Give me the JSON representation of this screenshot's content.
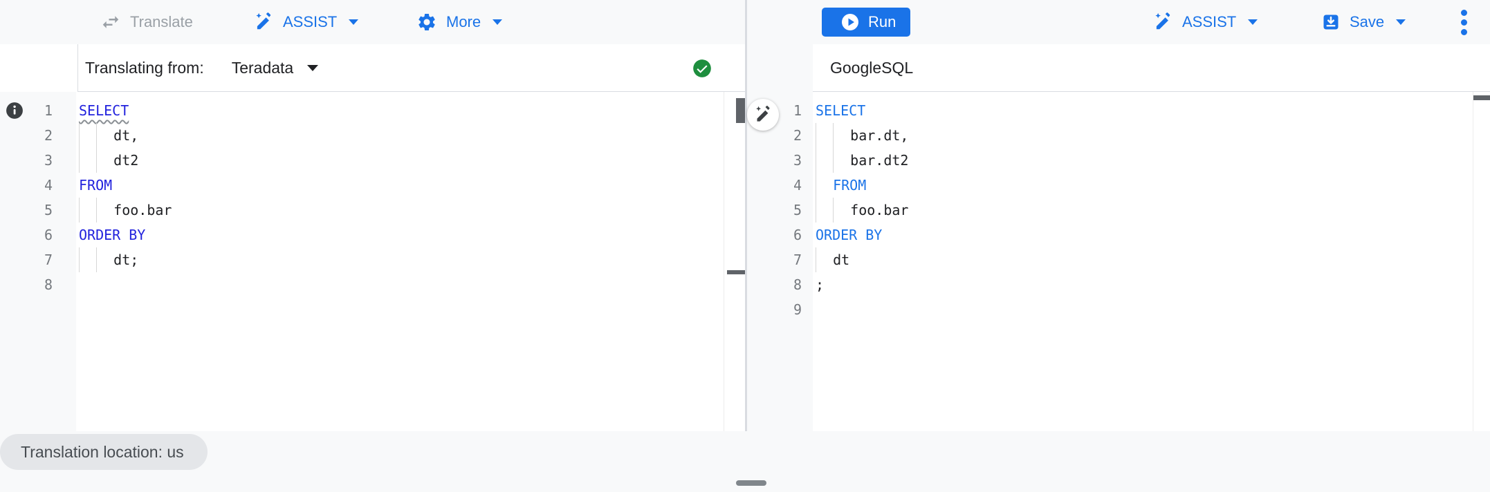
{
  "toolbar": {
    "translate_label": "Translate",
    "assist_label": "ASSIST",
    "more_label": "More",
    "run_label": "Run",
    "assist_right_label": "ASSIST",
    "save_label": "Save"
  },
  "source_pane": {
    "header_prefix": "Translating from:",
    "dialect_selected": "Teradata",
    "status": "translation-valid",
    "lines": [
      {
        "n": "1",
        "guides": 0,
        "segments": [
          {
            "text": "SELECT",
            "type": "keyword",
            "wavy": true
          }
        ]
      },
      {
        "n": "2",
        "guides": 2,
        "segments": [
          {
            "text": "dt,",
            "type": "plain"
          }
        ]
      },
      {
        "n": "3",
        "guides": 2,
        "segments": [
          {
            "text": "dt2",
            "type": "plain"
          }
        ]
      },
      {
        "n": "4",
        "guides": 0,
        "segments": [
          {
            "text": "FROM",
            "type": "keyword"
          }
        ]
      },
      {
        "n": "5",
        "guides": 2,
        "segments": [
          {
            "text": "foo.bar",
            "type": "plain"
          }
        ]
      },
      {
        "n": "6",
        "guides": 0,
        "segments": [
          {
            "text": "ORDER BY",
            "type": "keyword"
          }
        ]
      },
      {
        "n": "7",
        "guides": 2,
        "segments": [
          {
            "text": "dt;",
            "type": "plain"
          }
        ]
      },
      {
        "n": "8",
        "guides": 0,
        "segments": []
      }
    ]
  },
  "target_pane": {
    "header_label": "GoogleSQL",
    "lines": [
      {
        "n": "1",
        "guides": 0,
        "segments": [
          {
            "text": "SELECT",
            "type": "keyword"
          }
        ]
      },
      {
        "n": "2",
        "guides": 2,
        "segments": [
          {
            "text": "bar.dt,",
            "type": "plain"
          }
        ]
      },
      {
        "n": "3",
        "guides": 2,
        "segments": [
          {
            "text": "bar.dt2",
            "type": "plain"
          }
        ]
      },
      {
        "n": "4",
        "guides": 1,
        "segments": [
          {
            "text": "FROM",
            "type": "keyword"
          }
        ]
      },
      {
        "n": "5",
        "guides": 2,
        "segments": [
          {
            "text": "foo.bar",
            "type": "plain"
          }
        ]
      },
      {
        "n": "6",
        "guides": 0,
        "segments": [
          {
            "text": "ORDER BY",
            "type": "keyword"
          }
        ]
      },
      {
        "n": "7",
        "guides": 1,
        "segments": [
          {
            "text": "dt",
            "type": "plain"
          }
        ]
      },
      {
        "n": "8",
        "guides": 0,
        "segments": [
          {
            "text": ";",
            "type": "plain"
          }
        ]
      },
      {
        "n": "9",
        "guides": 0,
        "segments": []
      }
    ]
  },
  "footer": {
    "location_chip": "Translation location: us"
  },
  "colors": {
    "page_bg": "#f8f9fa",
    "accent_blue": "#1a73e8",
    "keyword_blue_source": "#2222dd",
    "keyword_blue_target": "#1a73e8",
    "code_text": "#202124",
    "line_number": "#75797e",
    "disabled_grey": "#9aa0a6",
    "success_green": "#1e8e3e",
    "divider": "#d9dce1",
    "gutter_bg": "#f8f9fa",
    "chip_bg": "#e4e6e9",
    "chip_text": "#474c51",
    "scroll_thumb": "#5f6368",
    "handle_grey": "#80868b",
    "info_grey": "#3c4043"
  }
}
